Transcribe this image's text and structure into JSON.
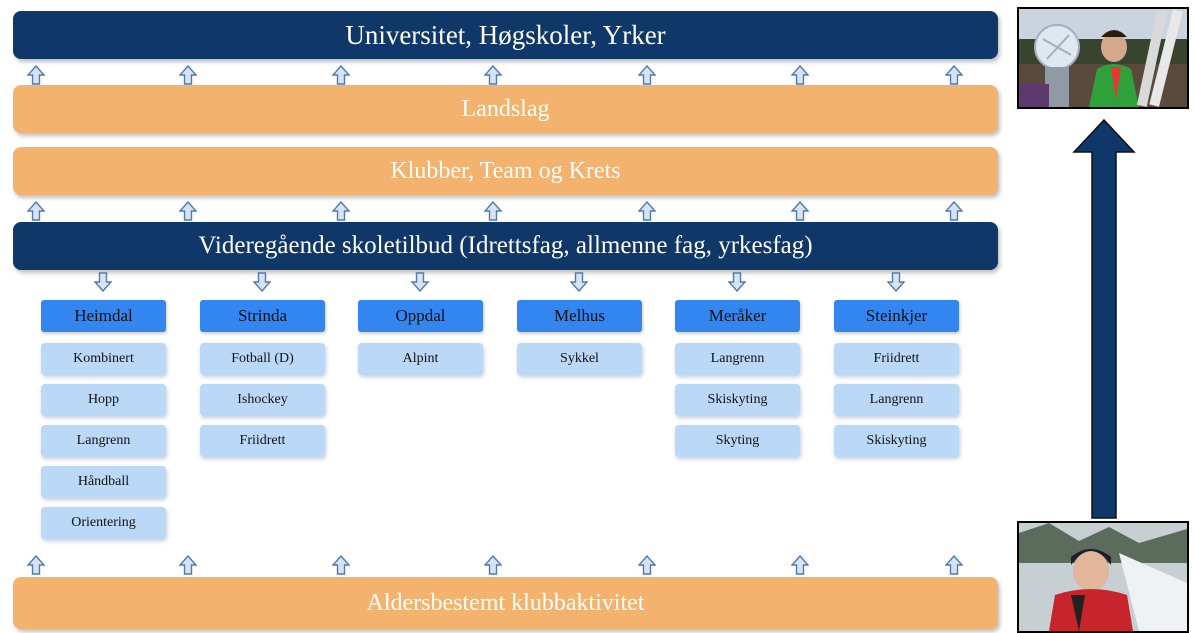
{
  "bars": {
    "top": "Universitet, Høgskoler, Yrker",
    "landslag": "Landslag",
    "klubber": "Klubber, Team og Krets",
    "vgs": "Videregående skoletilbud (Idrettsfag, allmenne fag, yrkesfag)",
    "bottom": "Aldersbestemt klubbaktivitet"
  },
  "schools": [
    {
      "name": "Heimdal",
      "sports": [
        "Kombinert",
        "Hopp",
        "Langrenn",
        "Håndball",
        "Orientering"
      ]
    },
    {
      "name": "Strinda",
      "sports": [
        "Fotball (D)",
        "Ishockey",
        "Friidrett"
      ]
    },
    {
      "name": "Oppdal",
      "sports": [
        "Alpint"
      ]
    },
    {
      "name": "Melhus",
      "sports": [
        "Sykkel"
      ]
    },
    {
      "name": "Meråker",
      "sports": [
        "Langrenn",
        "Skiskyting",
        "Skyting"
      ]
    },
    {
      "name": "Steinkjer",
      "sports": [
        "Friidrett",
        "Langrenn",
        "Skiskyting"
      ]
    }
  ],
  "colors": {
    "navy": "#0f3767",
    "orange": "#f3b36f",
    "school": "#3385f0",
    "sport": "#bcd8f7",
    "arrow": "#4f79b0"
  }
}
